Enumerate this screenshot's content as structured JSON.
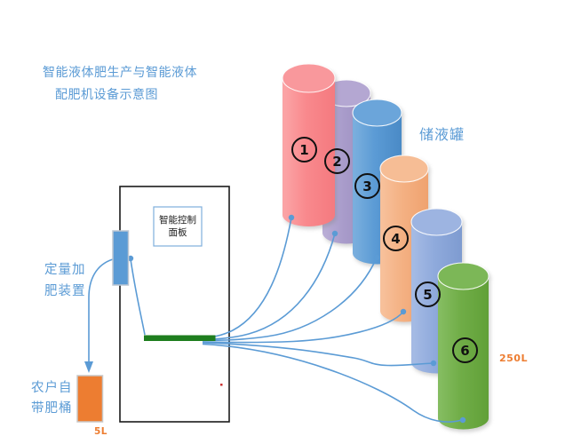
{
  "title": {
    "line1": "智能液体肥生产与智能液体",
    "line2": "配肥机设备示意图"
  },
  "labels": {
    "tank_group": "储液罐",
    "dosing_device_line1": "定量加",
    "dosing_device_line2": "肥装置",
    "farmer_bucket_line1": "农户自",
    "farmer_bucket_line2": "带肥桶",
    "control_panel_line1": "智能控制",
    "control_panel_line2": "面板",
    "bucket_capacity": "5L",
    "tank_capacity": "250L"
  },
  "tanks": [
    {
      "number": "1",
      "colors": {
        "top": "#f9989c",
        "light": "#fba3a5",
        "body": "#f9898d",
        "dark": "#f47a7f"
      }
    },
    {
      "number": "2",
      "colors": {
        "top": "#b4a7d2",
        "light": "#b9add6",
        "body": "#a89bca",
        "dark": "#9d8fc0"
      }
    },
    {
      "number": "3",
      "colors": {
        "top": "#6ba5da",
        "light": "#79aedd",
        "body": "#5b9bd5",
        "dark": "#4a8ac6"
      }
    },
    {
      "number": "4",
      "colors": {
        "top": "#f6bd95",
        "light": "#f7c09a",
        "body": "#f4b183",
        "dark": "#efa26f"
      }
    },
    {
      "number": "5",
      "colors": {
        "top": "#9db4e1",
        "light": "#a4bae4",
        "body": "#8faadc",
        "dark": "#7e9bd0"
      }
    },
    {
      "number": "6",
      "colors": {
        "top": "#7cb757",
        "light": "#84bc60",
        "body": "#70ad47",
        "dark": "#61a038"
      }
    }
  ],
  "colors": {
    "label_blue": "#5b9bd5",
    "connector_blue": "#5b9bd5",
    "device_blue": "#5b9bd5",
    "bucket_orange": "#ed7d31",
    "capacity_orange": "#ed7d31",
    "manifold_green": "#1e7e1e"
  }
}
